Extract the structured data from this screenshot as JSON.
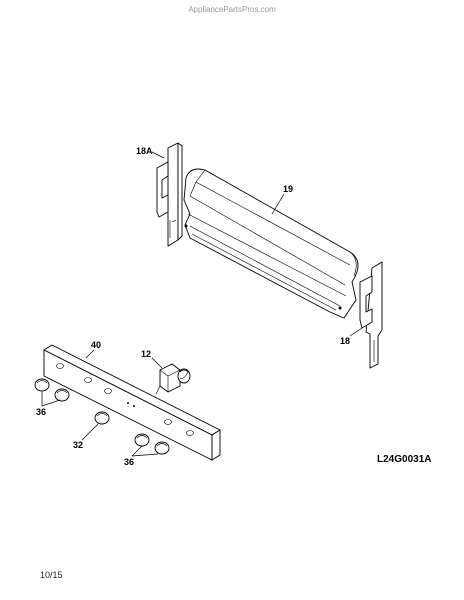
{
  "header": {
    "watermark": "AppliancePartsPros.com"
  },
  "diagram": {
    "labels": {
      "part_18A": "18A",
      "part_19": "19",
      "part_18": "18",
      "part_40": "40",
      "part_12": "12",
      "part_36_left": "36",
      "part_32": "32",
      "part_36_right": "36"
    },
    "drawing_code": "L24G0031A"
  },
  "footer": {
    "page_code": "10/15"
  }
}
